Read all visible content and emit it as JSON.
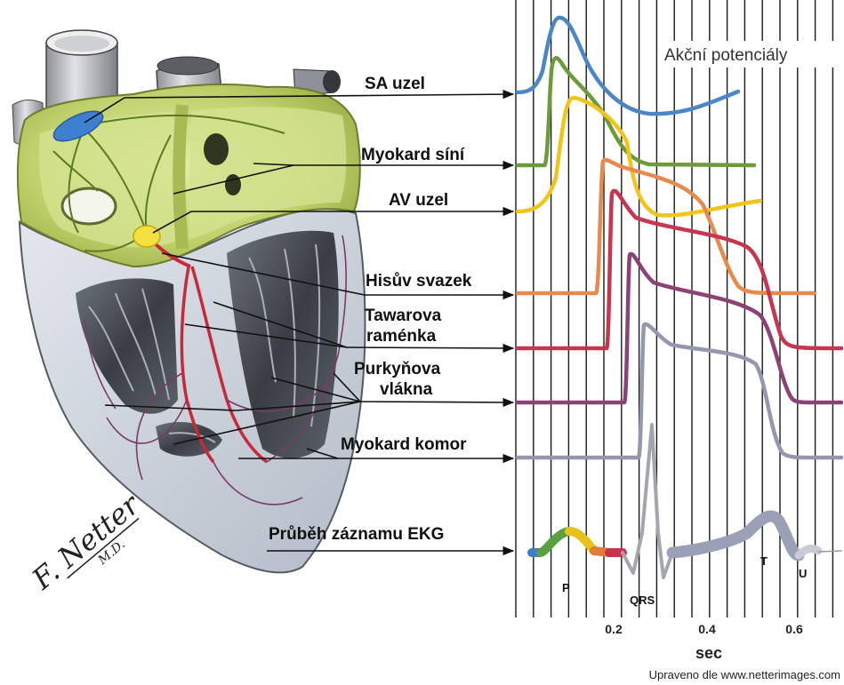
{
  "header": {
    "title": "Akční potenciály"
  },
  "labels": {
    "sa": "SA uzel",
    "atrial_myocardium": "Myokard síní",
    "av": "AV uzel",
    "his": "Hisův svazek",
    "tawara": [
      "Tawarova",
      "raménka"
    ],
    "purkinje": [
      "Purkyňova",
      "vlákna"
    ],
    "ventricular_myocardium": "Myokard komor",
    "ekg": "Průběh záznamu EKG"
  },
  "ekg_waves": {
    "p": "P",
    "qrs": "QRS",
    "t": "T",
    "u": "U"
  },
  "time_axis": {
    "ticks": [
      "0.2",
      "0.4",
      "0.6"
    ],
    "unit": "sec"
  },
  "credit": "Upraveno dle www.netterimages.com",
  "signature": {
    "name": "F. Netter",
    "title": "M.D."
  },
  "colors": {
    "sa": "#4a86c9",
    "atrial": "#6d9b3c",
    "av": "#f0c419",
    "his": "#e8894e",
    "tawara": "#c8354f",
    "purkinje": "#8c4275",
    "ventricular": "#9497ad",
    "ekg": "#9aa0b6"
  }
}
